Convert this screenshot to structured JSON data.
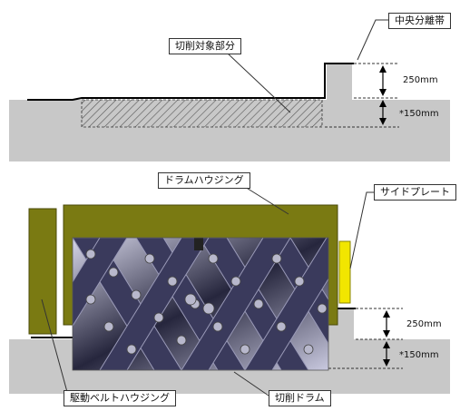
{
  "top_diagram": {
    "median_label": "中央分離帯",
    "cut_area_label": "切削対象部分",
    "height_label": "250mm",
    "depth_label": "*150mm"
  },
  "bottom_diagram": {
    "drum_housing_label": "ドラムハウジング",
    "side_plate_label": "サイドプレート",
    "belt_housing_label": "駆動ベルトハウジング",
    "cutting_drum_label": "切削ドラム",
    "height_label": "250mm",
    "depth_label": "*150mm"
  },
  "colors": {
    "ground": "#c8c8c8",
    "housing": "#7a7a12",
    "side_plate": "#f2e600",
    "drum_dark": "#1c1c30"
  }
}
